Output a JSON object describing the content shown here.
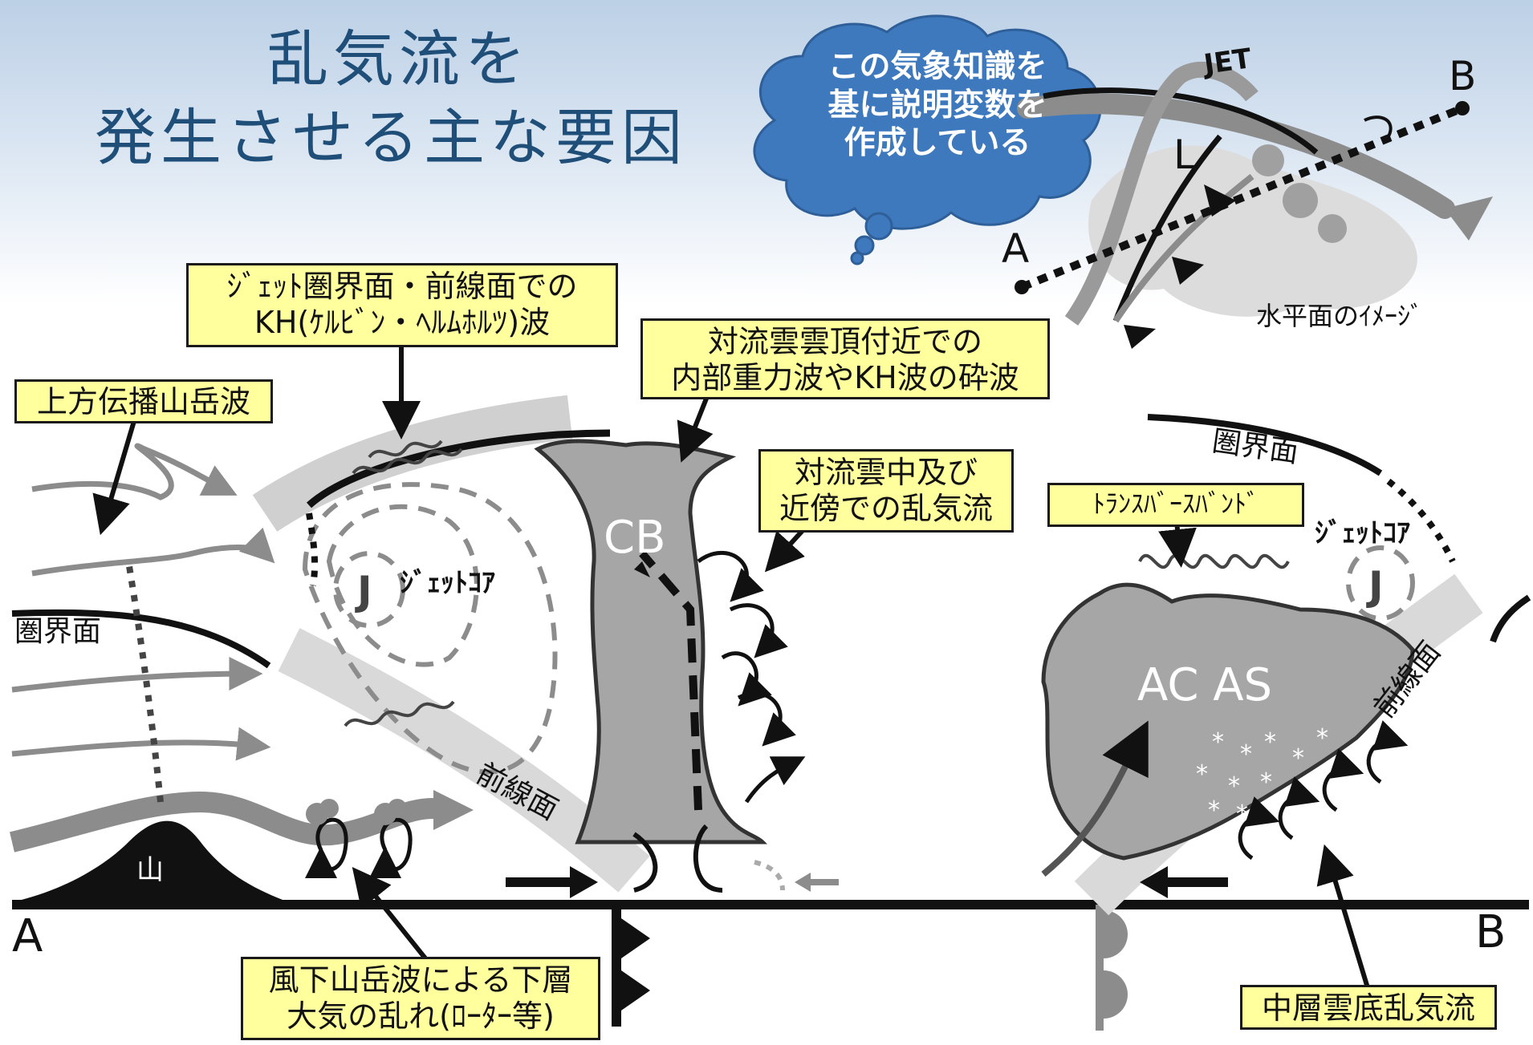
{
  "title": {
    "line1": "乱気流を",
    "line2": "発生させる主な要因"
  },
  "callout": {
    "lines": [
      "この気象知識を",
      "基に説明変数を",
      "作成している"
    ],
    "color": "#3f79bd"
  },
  "inset": {
    "jet_label": "JET",
    "low_label": "L",
    "point_a": "A",
    "point_b": "B",
    "caption": "水平面のｲﾒｰｼﾞ"
  },
  "labels": {
    "kh_wave": [
      "ｼﾞｪｯﾄ圏界面・前線面での",
      "KH(ｹﾙﾋﾞﾝ・ﾍﾙﾑﾎﾙﾂ)波"
    ],
    "cb_top": [
      "対流雲雲頂付近での",
      "内部重力波やKH波の砕波"
    ],
    "upward_mountain_wave": "上方伝播山岳波",
    "convective_turbulence": [
      "対流雲中及び",
      "近傍での乱気流"
    ],
    "transverse_band": "ﾄﾗﾝｽﾊﾞｰｽﾊﾞﾝﾄﾞ",
    "lee_wave": [
      "風下山岳波による下層",
      "大気の乱れ(ﾛｰﾀｰ等)"
    ],
    "mid_cloud_base": "中層雲底乱気流"
  },
  "diagram": {
    "tropopause_left": "圏界面",
    "tropopause_right": "圏界面",
    "front_left": "前線面",
    "front_right": "前線面",
    "jet_core_left": "ｼﾞｪｯﾄｺｱ",
    "jet_core_right": "ｼﾞｪｯﾄｺｱ",
    "jet_symbol": "J",
    "cb": "CB",
    "ac_as": "AC AS",
    "mountain": "山",
    "axis_a": "A",
    "axis_b": "B"
  },
  "colors": {
    "title": "#1f4e79",
    "label_fill": "#ffff9e",
    "cloud_gray": "#a6a6a6",
    "band_gray": "#d9d9d9"
  }
}
